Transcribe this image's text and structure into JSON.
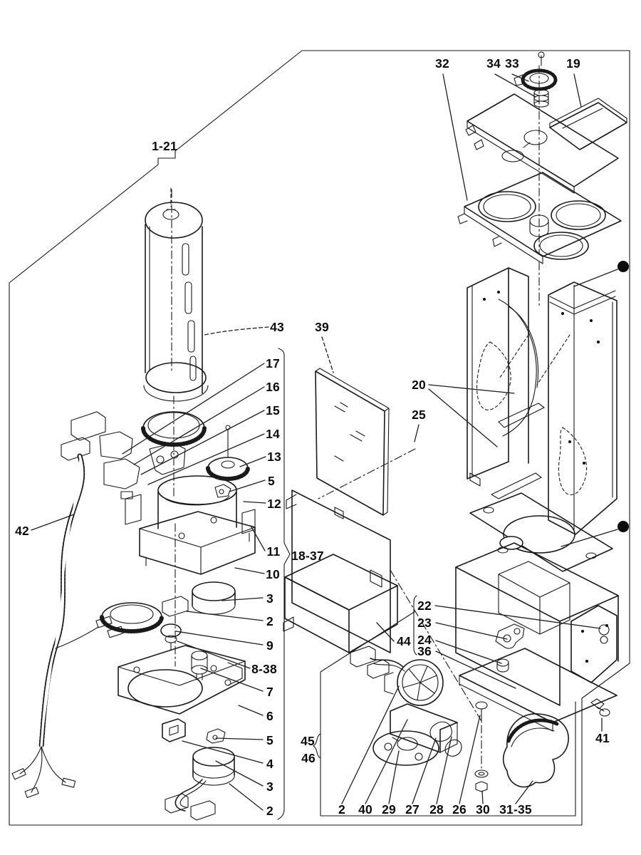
{
  "diagram": {
    "kind": "exploded-parts-diagram",
    "line_color": "#1a1a1a",
    "background_color": "#ffffff"
  },
  "labels": [
    {
      "id": "assembly-1-21",
      "text": "1-21"
    },
    {
      "id": "part-32",
      "text": "32"
    },
    {
      "id": "part-34",
      "text": "34"
    },
    {
      "id": "part-33",
      "text": "33"
    },
    {
      "id": "part-19",
      "text": "19"
    },
    {
      "id": "part-43",
      "text": "43"
    },
    {
      "id": "part-39",
      "text": "39"
    },
    {
      "id": "part-17",
      "text": "17"
    },
    {
      "id": "part-16",
      "text": "16"
    },
    {
      "id": "part-15",
      "text": "15"
    },
    {
      "id": "part-14",
      "text": "14"
    },
    {
      "id": "part-13",
      "text": "13"
    },
    {
      "id": "part-5-upper",
      "text": "5"
    },
    {
      "id": "part-12",
      "text": "12"
    },
    {
      "id": "part-20",
      "text": "20"
    },
    {
      "id": "part-25",
      "text": "25"
    },
    {
      "id": "part-42",
      "text": "42"
    },
    {
      "id": "part-11",
      "text": "11"
    },
    {
      "id": "assembly-18-37",
      "text": "18-37"
    },
    {
      "id": "part-10",
      "text": "10"
    },
    {
      "id": "part-3-upper",
      "text": "3"
    },
    {
      "id": "part-2-upper",
      "text": "2"
    },
    {
      "id": "part-9",
      "text": "9"
    },
    {
      "id": "assembly-8-38",
      "text": "8-38"
    },
    {
      "id": "part-7",
      "text": "7"
    },
    {
      "id": "part-6",
      "text": "6"
    },
    {
      "id": "part-5-lower",
      "text": "5"
    },
    {
      "id": "part-4",
      "text": "4"
    },
    {
      "id": "part-3-lower",
      "text": "3"
    },
    {
      "id": "part-2-lower",
      "text": "2"
    },
    {
      "id": "part-44",
      "text": "44"
    },
    {
      "id": "part-22",
      "text": "22"
    },
    {
      "id": "part-23",
      "text": "23"
    },
    {
      "id": "part-24",
      "text": "24"
    },
    {
      "id": "part-36",
      "text": "36"
    },
    {
      "id": "part-45",
      "text": "45"
    },
    {
      "id": "part-46",
      "text": "46"
    },
    {
      "id": "part-2-bottom",
      "text": "2"
    },
    {
      "id": "part-40",
      "text": "40"
    },
    {
      "id": "part-29",
      "text": "29"
    },
    {
      "id": "part-27",
      "text": "27"
    },
    {
      "id": "part-28",
      "text": "28"
    },
    {
      "id": "part-26",
      "text": "26"
    },
    {
      "id": "part-30",
      "text": "30"
    },
    {
      "id": "assembly-31-35",
      "text": "31-35"
    },
    {
      "id": "part-41",
      "text": "41"
    }
  ]
}
